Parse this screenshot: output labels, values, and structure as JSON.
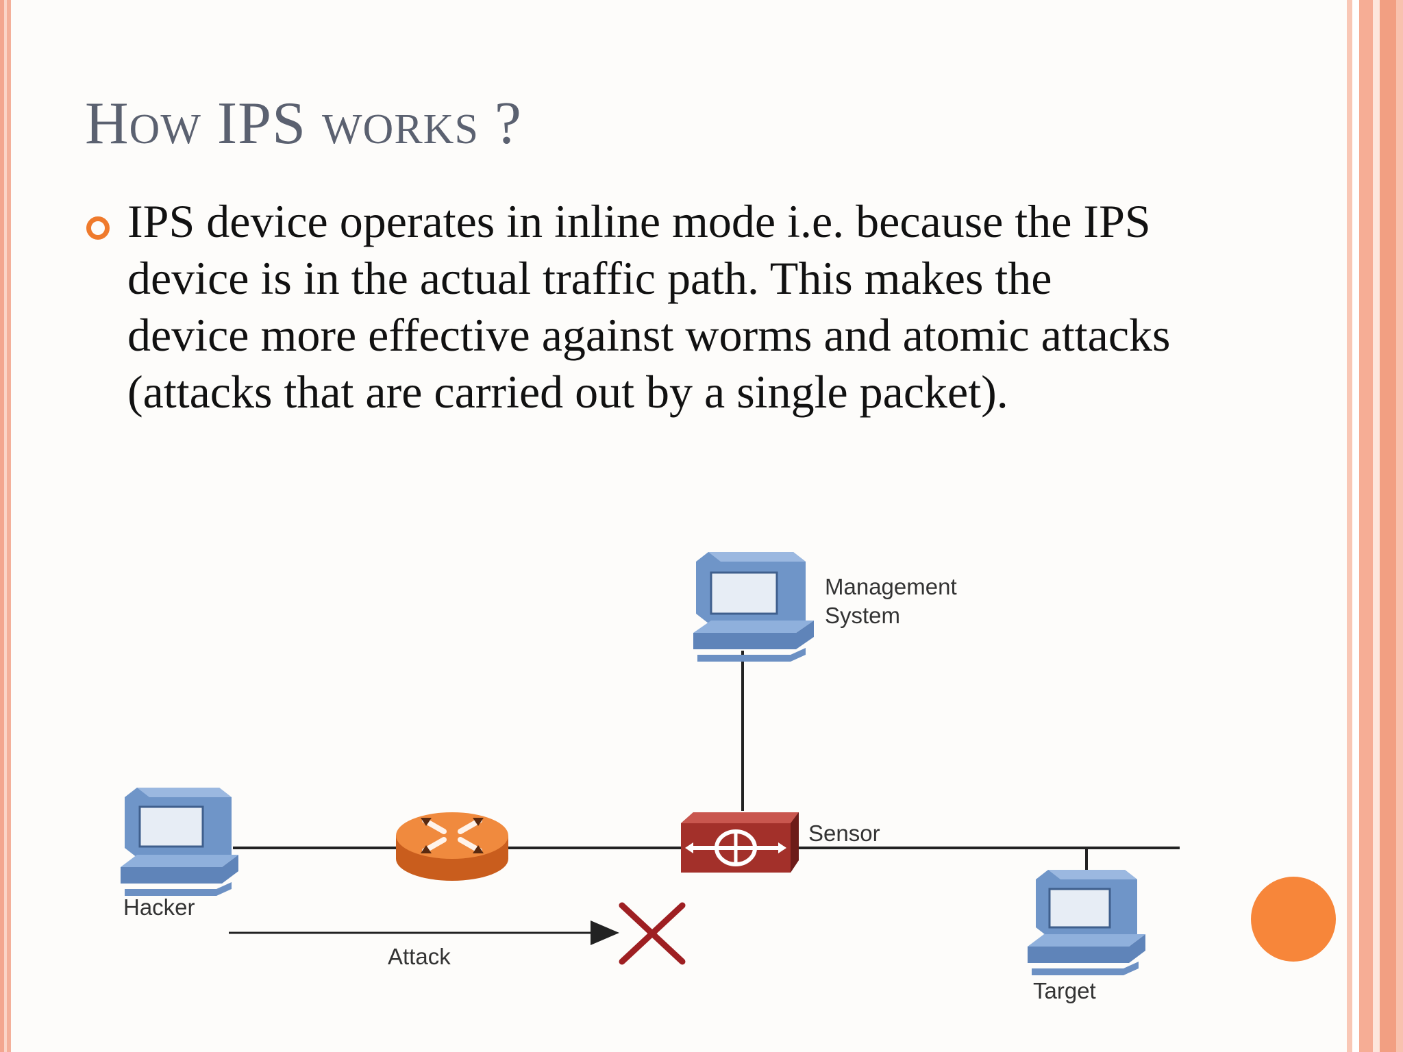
{
  "slide": {
    "title": "How IPS works ?",
    "bullet": "IPS device operates in inline mode i.e. because the IPS device is in the actual traffic path. This makes the device more effective against worms and atomic attacks (attacks that are carried out by a single packet)."
  },
  "diagram": {
    "labels": {
      "management_line1": "Management",
      "management_line2": "System",
      "sensor": "Sensor",
      "hacker": "Hacker",
      "attack": "Attack",
      "target": "Target"
    },
    "icons": [
      "computer-icon",
      "router-icon",
      "sensor-icon",
      "blocked-x-icon"
    ]
  },
  "colors": {
    "accent_orange": "#f7863a",
    "bullet_orange": "#ef7a2c",
    "title_gray": "#5b6170",
    "computer_blue": "#6f95c8",
    "router_orange": "#e9742a",
    "sensor_red": "#a3302a",
    "blocked_red": "#9e1f22"
  }
}
